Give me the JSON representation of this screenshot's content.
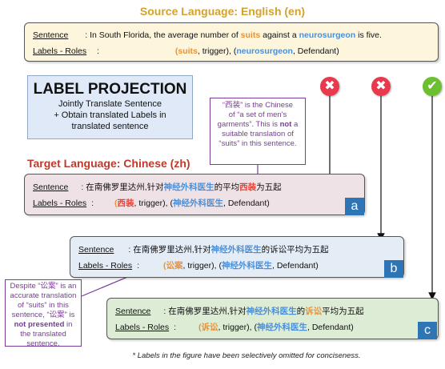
{
  "source": {
    "title": "Source Language: English (en)",
    "sentence_label": "Sentence",
    "sentence_pre": ": In South Florida, the average number of ",
    "sentence_w1": "suits",
    "sentence_mid": " against a ",
    "sentence_w2": "neurosurgeon",
    "sentence_post": " is five.",
    "labels_label": "Labels - Roles",
    "labels_colon": ":",
    "labels_open": "(",
    "labels_w1": "suits",
    "labels_mid": ", trigger), (",
    "labels_w2": "neurosurgeon",
    "labels_post": ", Defendant)"
  },
  "label_projection": {
    "title": "LABEL PROJECTION",
    "line1": "Jointly Translate Sentence",
    "line2": "+ Obtain translated Labels in",
    "line3": "translated sentence"
  },
  "note_top": {
    "l1": "“西装” is the Chinese",
    "l2": "of “a set of men's",
    "l3": "garments”. This is ",
    "l3b": "not",
    "l3c": " a",
    "l4": "suitable translation of",
    "l5": "“suits” in this sentence."
  },
  "target_title": "Target Language: Chinese (zh)",
  "a": {
    "sentence_label": "Sentence",
    "pre": ": 在南佛罗里达州,针对",
    "w2": "神经外科医生",
    "mid": "的平均",
    "w1": "西装",
    "post": "为五起",
    "labels_label": "Labels - Roles",
    "labels_colon": ":",
    "l_open": "(",
    "l_w1": "西装",
    "l_mid": ", trigger), (",
    "l_w2": "神经外科医生",
    "l_post": ", Defendant)",
    "tag": "a"
  },
  "b": {
    "sentence_label": "Sentence",
    "pre": ": 在南佛罗里达州,针对",
    "w2": "神经外科医生",
    "post": "的诉讼平均为五起",
    "labels_label": "Labels - Roles",
    "labels_colon": ":",
    "l_open": "(",
    "l_w1": "讼案",
    "l_mid": ", trigger), (",
    "l_w2": "神经外科医生",
    "l_post": ", Defendant)",
    "tag": "b"
  },
  "c": {
    "sentence_label": "Sentence",
    "pre": ": 在南佛罗里达州,针对",
    "w2": "神经外科医生",
    "mid": "的",
    "w1": "诉讼",
    "post": "平均为五起",
    "labels_label": "Labels - Roles",
    "labels_colon": ":",
    "l_open": "(",
    "l_w1": "诉讼",
    "l_mid": ", trigger), (",
    "l_w2": "神经外科医生",
    "l_post": ", Defendant)",
    "tag": "c"
  },
  "note_bottom": {
    "l1": "Despite “讼案” is an",
    "l2": "accurate translation",
    "l3": "of “suits” in this",
    "l4": "sentence, “讼案” is",
    "l5": "not presented",
    "l5b": " in",
    "l6": "the translated",
    "l7": "sentence."
  },
  "marks": {
    "cross": "✖",
    "check": "✔"
  },
  "footnote": "* Labels in the figure have been selectively omitted for conciseness.",
  "colors": {
    "trigger": "#e8923a",
    "argument": "#4a90d9",
    "source_title": "#d4a22a",
    "target_title": "#c0392b",
    "note": "#7a3b99"
  }
}
